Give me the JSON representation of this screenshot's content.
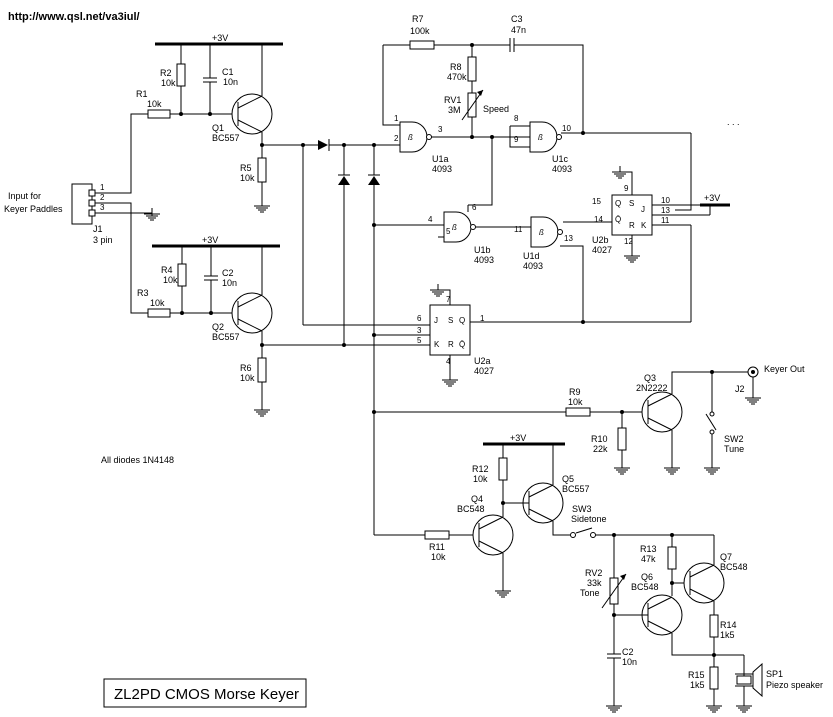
{
  "header": {
    "url": "http://www.qsl.net/va3iul/"
  },
  "title_box": {
    "title": "ZL2PD CMOS Morse Keyer"
  },
  "notes": {
    "diodes": "All diodes 1N4148"
  },
  "rails": {
    "top": "+3V",
    "mid": "+3V",
    "right": "+3V",
    "lower": "+3V"
  },
  "connectors": {
    "j1": {
      "ref": "J1",
      "desc": "3 pin",
      "label": "Input for\nKeyer Paddles",
      "label1": "Input for",
      "label2": "Keyer Paddles",
      "pins": [
        "1",
        "2",
        "3"
      ]
    },
    "j2": {
      "ref": "J2",
      "label": "Keyer Out"
    }
  },
  "resistors": {
    "r1": {
      "ref": "R1",
      "value": "10k"
    },
    "r2": {
      "ref": "R2",
      "value": "10k"
    },
    "r3": {
      "ref": "R3",
      "value": "10k"
    },
    "r4": {
      "ref": "R4",
      "value": "10k"
    },
    "r5": {
      "ref": "R5",
      "value": "10k"
    },
    "r6": {
      "ref": "R6",
      "value": "10k"
    },
    "r7": {
      "ref": "R7",
      "value": "100k"
    },
    "r8": {
      "ref": "R8",
      "value": "470k"
    },
    "r9": {
      "ref": "R9",
      "value": "10k"
    },
    "r10": {
      "ref": "R10",
      "value": "22k"
    },
    "r11": {
      "ref": "R11",
      "value": "10k"
    },
    "r12": {
      "ref": "R12",
      "value": "10k"
    },
    "r13": {
      "ref": "R13",
      "value": "47k"
    },
    "r14": {
      "ref": "R14",
      "value": "1k5"
    },
    "r15": {
      "ref": "R15",
      "value": "1k5"
    }
  },
  "capacitors": {
    "c1": {
      "ref": "C1",
      "value": "10n"
    },
    "c2a": {
      "ref": "C2",
      "value": "10n"
    },
    "c2b": {
      "ref": "C2",
      "value": "10n"
    },
    "c3": {
      "ref": "C3",
      "value": "47n"
    }
  },
  "pots": {
    "rv1": {
      "ref": "RV1",
      "value": "3M",
      "label": "Speed"
    },
    "rv2": {
      "ref": "RV2",
      "value": "33k",
      "label": "Tone"
    }
  },
  "transistors": {
    "q1": {
      "ref": "Q1",
      "type": "BC557"
    },
    "q2": {
      "ref": "Q2",
      "type": "BC557"
    },
    "q3": {
      "ref": "Q3",
      "type": "2N2222"
    },
    "q4": {
      "ref": "Q4",
      "type": "BC548"
    },
    "q5": {
      "ref": "Q5",
      "type": "BC557"
    },
    "q6": {
      "ref": "Q6",
      "type": "BC548"
    },
    "q7": {
      "ref": "Q7",
      "type": "BC548"
    }
  },
  "gates": {
    "u1a": {
      "ref": "U1a",
      "part": "4093",
      "pins": [
        "1",
        "2",
        "3"
      ]
    },
    "u1b": {
      "ref": "U1b",
      "part": "4093",
      "pins": [
        "4",
        "5",
        "6"
      ]
    },
    "u1c": {
      "ref": "U1c",
      "part": "4093",
      "pins": [
        "8",
        "9",
        "10"
      ]
    },
    "u1d": {
      "ref": "U1d",
      "part": "4093",
      "pins": [
        "11",
        "13"
      ]
    }
  },
  "flipflops": {
    "u2a": {
      "ref": "U2a",
      "part": "4027",
      "pins": [
        "6",
        "3",
        "5",
        "7",
        "4",
        "1"
      ],
      "letters": [
        "J",
        "S",
        "K",
        "R",
        "Q",
        "Q̄"
      ]
    },
    "u2b": {
      "ref": "U2b",
      "part": "4027",
      "pins": [
        "15",
        "14",
        "9",
        "12",
        "10",
        "13",
        "11"
      ],
      "letters": [
        "Q",
        "Q̄",
        "J",
        "K",
        "S",
        "R"
      ]
    }
  },
  "switches": {
    "sw2": {
      "ref": "SW2",
      "label": "Tune"
    },
    "sw3": {
      "ref": "SW3",
      "label": "Sidetone"
    }
  },
  "speaker": {
    "ref": "SP1",
    "label": "Piezo speaker"
  },
  "misc": {
    "ellipsis": ". . ."
  }
}
